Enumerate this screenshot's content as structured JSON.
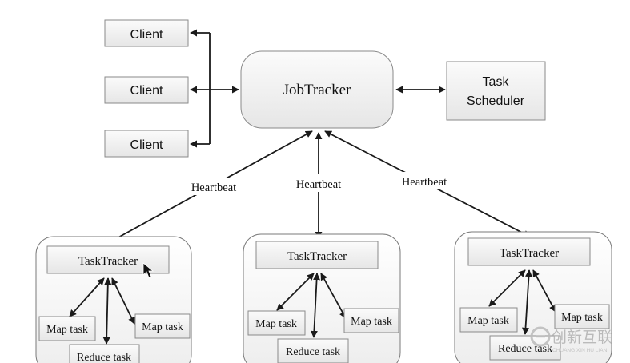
{
  "clients": [
    "Client",
    "Client",
    "Client"
  ],
  "jobtracker": "JobTracker",
  "scheduler": [
    "Task",
    "Scheduler"
  ],
  "heartbeat": [
    "Heartbeat",
    "Heartbeat",
    "Heartbeat"
  ],
  "groups": [
    {
      "tracker": "TaskTracker",
      "map1": "Map task",
      "map2": "Map task",
      "reduce": "Reduce task"
    },
    {
      "tracker": "TaskTracker",
      "map1": "Map task",
      "map2": "Map task",
      "reduce": "Reduce task"
    },
    {
      "tracker": "TaskTracker",
      "map1": "Map task",
      "map2": "Map task",
      "reduce": "Reduce task"
    }
  ],
  "watermark": {
    "name": "创新互联",
    "sub": "CHUANG XIN HU LIAN"
  }
}
